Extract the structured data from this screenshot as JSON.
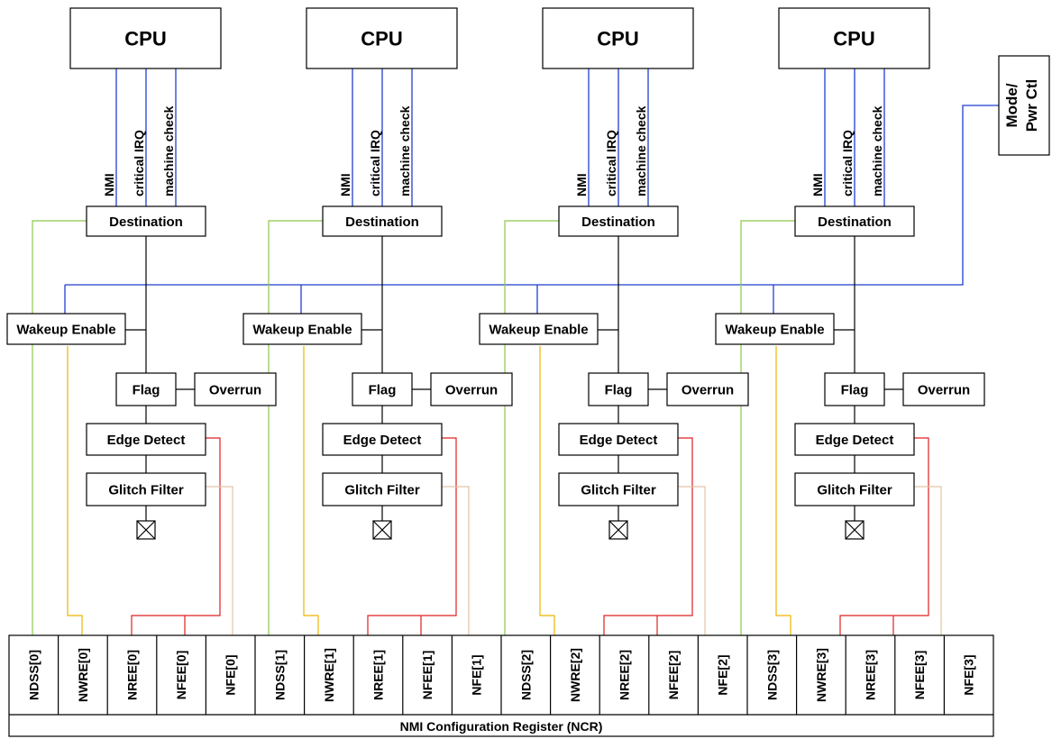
{
  "cpu_label": "CPU",
  "signals": [
    "NMI",
    "critical IRQ",
    "machine check"
  ],
  "blocks": {
    "destination": "Destination",
    "wakeup": "Wakeup Enable",
    "flag": "Flag",
    "overrun": "Overrun",
    "edge": "Edge Detect",
    "glitch": "Glitch Filter"
  },
  "mode_ctl": [
    "Mode/",
    "Pwr Ctl"
  ],
  "register": {
    "title": "NMI Configuration Register (NCR)",
    "fields": [
      "NDSS[0]",
      "NWRE[0]",
      "NREE[0]",
      "NFEE[0]",
      "NFE[0]",
      "NDSS[1]",
      "NWRE[1]",
      "NREE[1]",
      "NFEE[1]",
      "NFE[1]",
      "NDSS[2]",
      "NWRE[2]",
      "NREE[2]",
      "NFEE[2]",
      "NFE[2]",
      "NDSS[3]",
      "NWRE[3]",
      "NREE[3]",
      "NFEE[3]",
      "NFE[3]"
    ]
  },
  "colors": {
    "bus": "#1f3fd0",
    "ndss_line": "#8dc84a",
    "nwre_line": "#f0b400",
    "edge_line": "#e02020",
    "filter_line": "#e3c3a8"
  }
}
